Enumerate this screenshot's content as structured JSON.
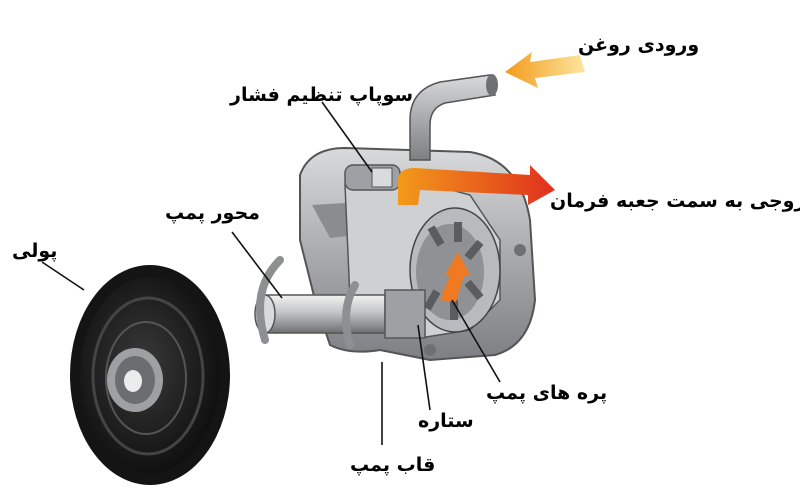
{
  "labels": {
    "oil_inlet": "ورودی روغن",
    "pressure_valve": "سوپاپ تنظیم فشار",
    "outlet_to_steering": "خروجی به سمت جعبه فرمان",
    "pump_shaft": "محور پمپ",
    "pulley": "پولی",
    "pump_vanes": "پره های پمپ",
    "rotor": "ستاره",
    "pump_housing": "قاب پمپ"
  },
  "colors": {
    "inlet_arrow": "#f39a1a",
    "outlet_arrow": "#e0301e",
    "rotation_arrow": "#f07a22",
    "housing_gray": "#a9abae",
    "pulley_dark": "#1f1f1f"
  }
}
